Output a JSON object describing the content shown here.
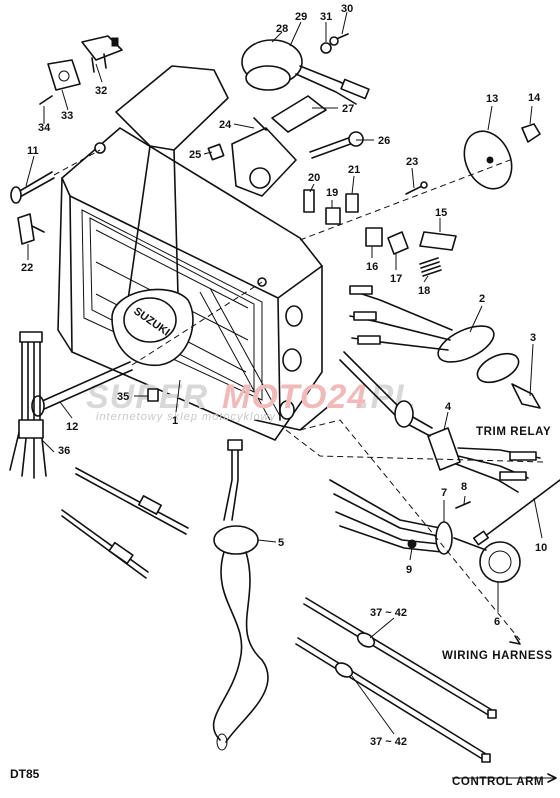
{
  "diagram": {
    "model_code": "DT85",
    "brand_on_handle": "SUZUKI",
    "watermark": {
      "site_part1": "SUPER",
      "site_part2": "MOTO24",
      "site_part3": ".PL",
      "tagline": "internetowy sklep motocyklowy"
    },
    "annotations": {
      "trim_relay": "TRIM RELAY",
      "wiring_harness": "WIRING HARNESS",
      "control_arm": "CONTROL ARM"
    },
    "part_numbers": {
      "p1": "1",
      "p2": "2",
      "p3": "3",
      "p4": "4",
      "p5": "5",
      "p6": "6",
      "p7": "7",
      "p8": "8",
      "p9": "9",
      "p10": "10",
      "p11": "11",
      "p12": "12",
      "p13": "13",
      "p14": "14",
      "p15": "15",
      "p16": "16",
      "p17": "17",
      "p18": "18",
      "p19": "19",
      "p20": "20",
      "p21": "21",
      "p22": "22",
      "p23": "23",
      "p24": "24",
      "p25": "25",
      "p26": "26",
      "p27": "27",
      "p28": "28",
      "p29": "29",
      "p30": "30",
      "p31": "31",
      "p32": "32",
      "p33": "33",
      "p34": "34",
      "p35": "35",
      "p36": "36",
      "p37_42_upper": "37 ~ 42",
      "p37_42_lower": "37 ~ 42"
    }
  }
}
